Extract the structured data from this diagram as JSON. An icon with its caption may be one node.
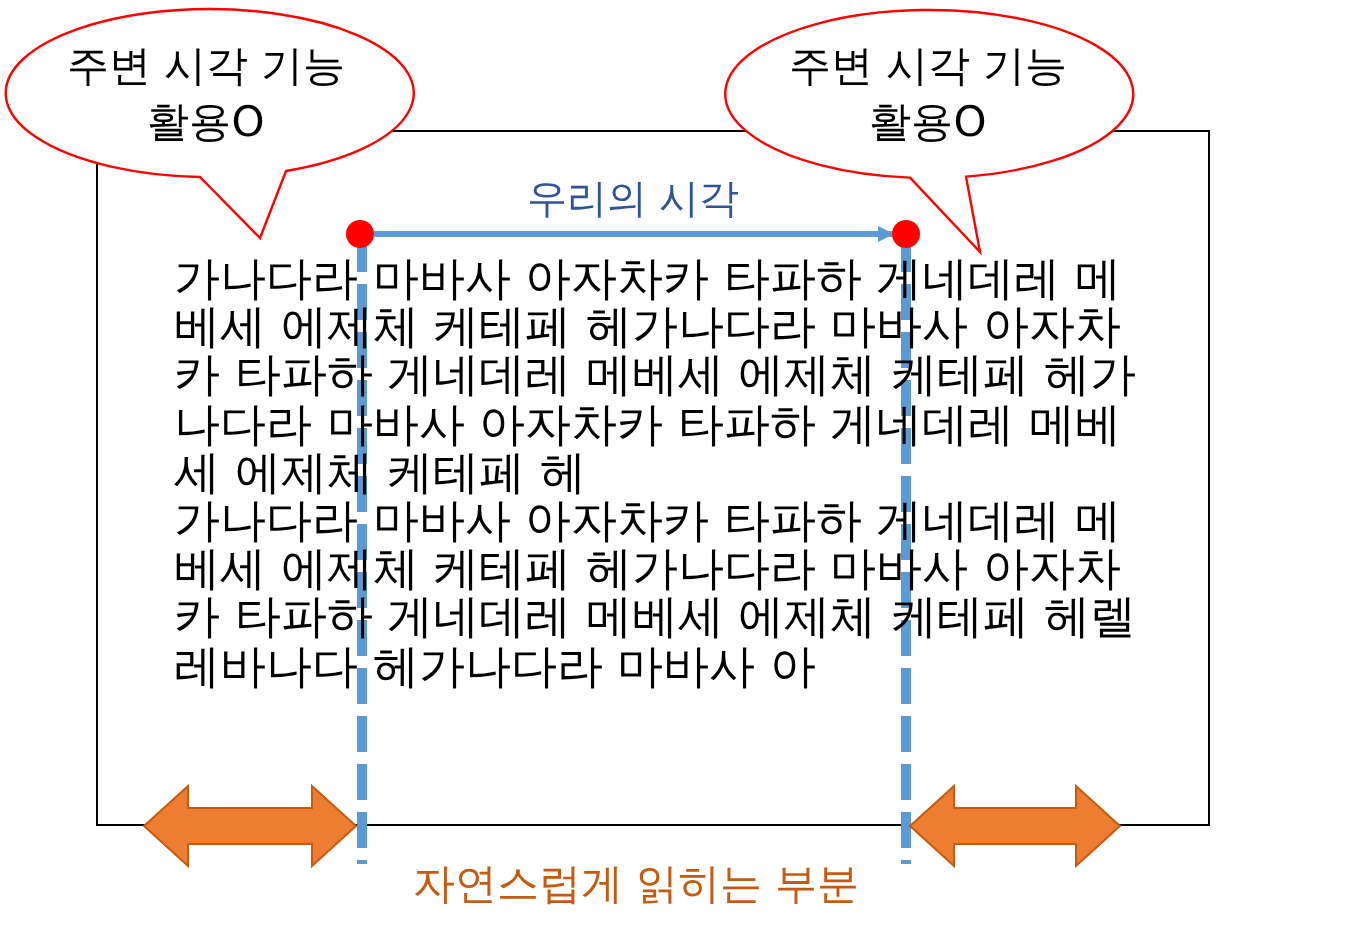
{
  "diagram": {
    "nodes": [
      {
        "text": [
          "주변 시각 기능 활용O"
        ]
      },
      {
        "text": [
          "주변 시각 기능 활용O"
        ]
      },
      {
        "text": [
          "가나다라 마바사 아자차카 타파하 게네데레 메베세 에제체 케테페 헤가나다라 마바사 아자차카 타파하 게네데레 메베세 에제체 케테페 헤가나다라 마바사 아자차카 타파하 게네데레 메베세 에제체 케테페 헤",
          "가나다라 마바사 아자차카 타파하 게네데레 메베세 에제체 케테페 헤가나다라 마바사 아자차카 타파하 게네데레 메베세 에제체 케테페 헤렐레바나다 헤가나다라 마바사 아"
        ]
      },
      {
        "text": [],
        "shape": "circle",
        "in": 2
      },
      {
        "text": [],
        "shape": "circle",
        "in": 2
      }
    ],
    "edges": [
      {
        "from": 3,
        "to": 4,
        "arrow": "to",
        "label": "우리의 시각"
      }
    ],
    "labels": [
      "자연스럽게 읽히는 부분"
    ]
  }
}
